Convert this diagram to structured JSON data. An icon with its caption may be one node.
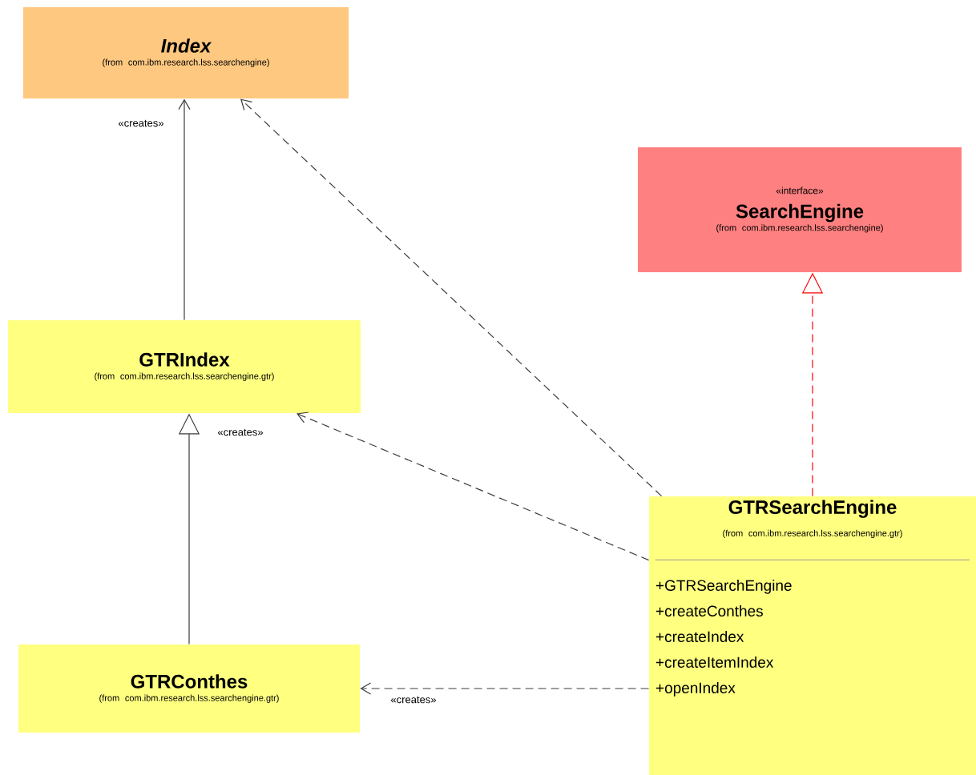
{
  "diagram": {
    "nodes": [
      {
        "text": [
          "Index",
          "(from com.ibm.research.lss.searchengine)"
        ]
      },
      {
        "text": [
          "«interface»",
          "SearchEngine",
          "(from com.ibm.research.lss.searchengine)"
        ]
      },
      {
        "text": [
          "GTRIndex",
          "(from com.ibm.research.lss.searchengine.gtr)"
        ]
      },
      {
        "text": [
          "GTRSearchEngine",
          "(from com.ibm.research.lss.searchengine.gtr)",
          "+GTRSearchEngine",
          "+createConthes",
          "+createIndex",
          "+createItemIndex",
          "+openIndex"
        ]
      },
      {
        "text": [
          "GTRConthes",
          "(from com.ibm.research.lss.searchengine.gtr)"
        ]
      }
    ],
    "edges": [
      {
        "from": 2,
        "to": 0,
        "arrow": "to",
        "label": "«creates»"
      },
      {
        "from": 3,
        "to": 0,
        "arrow": "to",
        "style": "dashed"
      },
      {
        "from": 3,
        "to": 1,
        "arrow": "to",
        "style": "dashed",
        "color": "#ff0000"
      },
      {
        "from": 3,
        "to": 2,
        "arrow": "to",
        "style": "dashed",
        "label": "«creates»"
      },
      {
        "from": 3,
        "to": 4,
        "arrow": "to",
        "style": "dashed",
        "label": "«creates»"
      },
      {
        "from": 4,
        "to": 2,
        "arrow": "to"
      }
    ]
  }
}
